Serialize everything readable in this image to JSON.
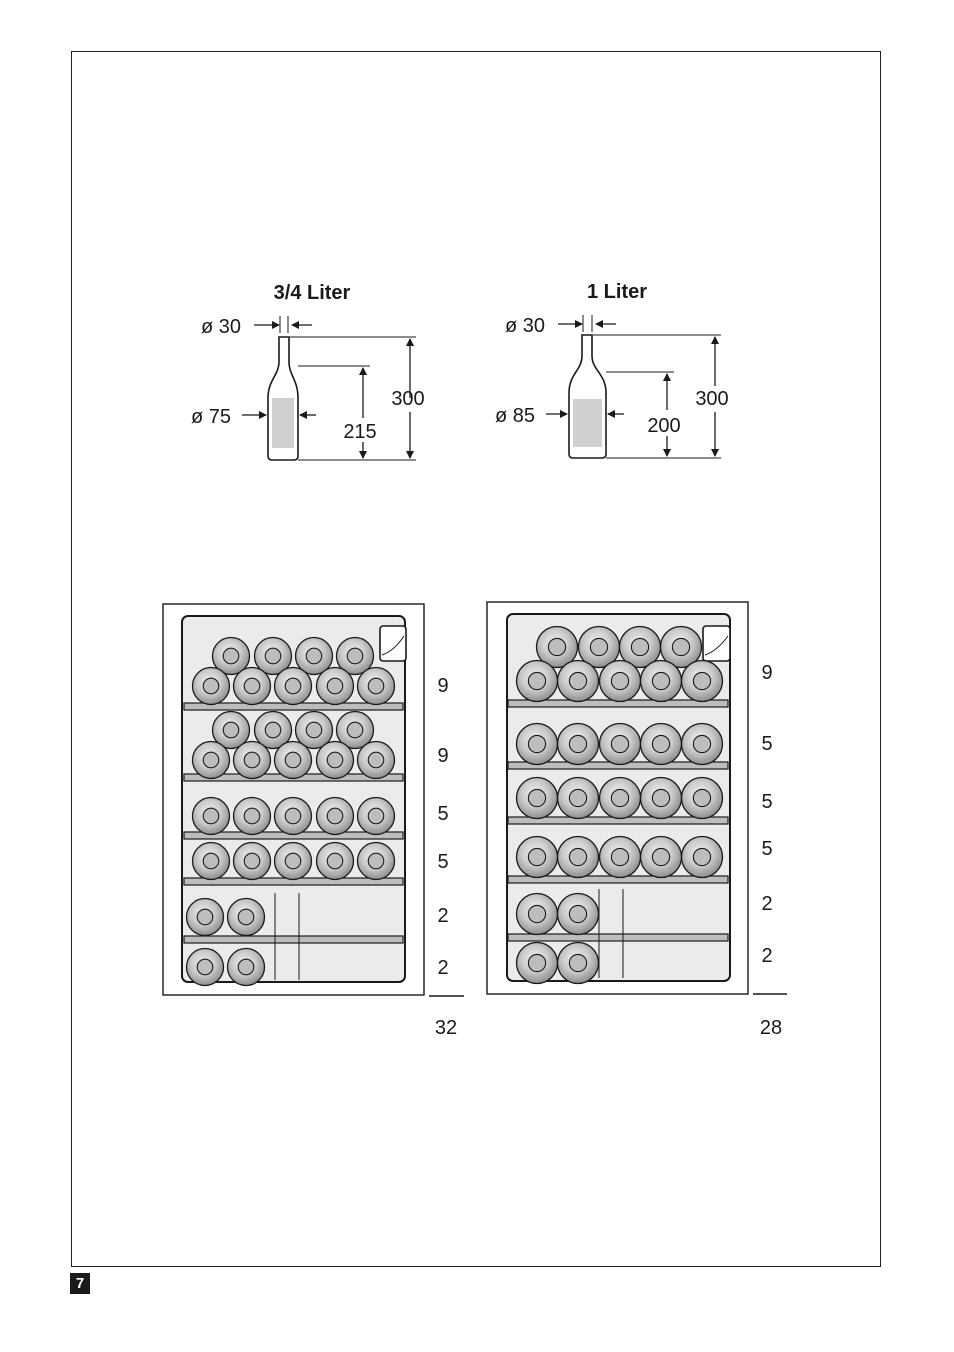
{
  "page_number": "7",
  "bottles": [
    {
      "title": "3/4 Liter",
      "neck_diameter": "ø 30",
      "body_diameter": "ø 75",
      "height_total": "300",
      "height_body": "215"
    },
    {
      "title": "1 Liter",
      "neck_diameter": "ø 30",
      "body_diameter": "ø 85",
      "height_total": "300",
      "height_body": "200"
    }
  ],
  "cabinets": [
    {
      "rows": [
        "9",
        "9",
        "5",
        "5",
        "2",
        "2"
      ],
      "total": "32"
    },
    {
      "rows": [
        "9",
        "5",
        "5",
        "5",
        "2",
        "2"
      ],
      "total": "28"
    }
  ],
  "colors": {
    "line": "#1a1a1a",
    "cabinet_fill": "#ebebeb",
    "bottle_fill": "#d6d6d6",
    "label_fill": "#c8c8c8"
  }
}
